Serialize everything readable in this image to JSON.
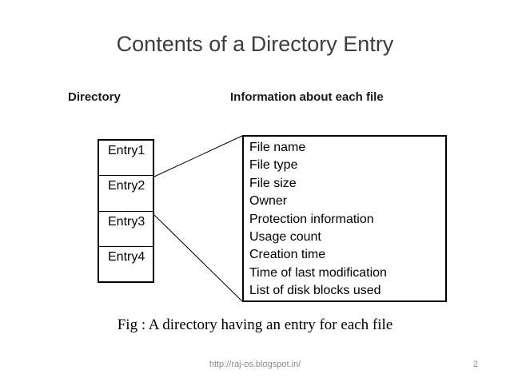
{
  "title": "Contents of a Directory Entry",
  "labels": {
    "directory": "Directory",
    "info": "Information about each file"
  },
  "directory_entries": [
    "Entry1",
    "Entry2",
    "Entry3",
    "Entry4"
  ],
  "file_info_items": [
    "File name",
    "File type",
    "File size",
    "Owner",
    "Protection information",
    "Usage count",
    "Creation time",
    "Time of last modification",
    "List of disk blocks used"
  ],
  "caption": "Fig : A directory having an entry for each file",
  "footer": {
    "url": "http://raj-os.blogspot.in/",
    "page_number": "2"
  },
  "colors": {
    "background": "#ffffff",
    "title_text": "#3d3d3d",
    "diagram_text": "#000000",
    "box_border": "#000000",
    "connector_line": "#000000",
    "footer_text": "#8c8c8c"
  }
}
